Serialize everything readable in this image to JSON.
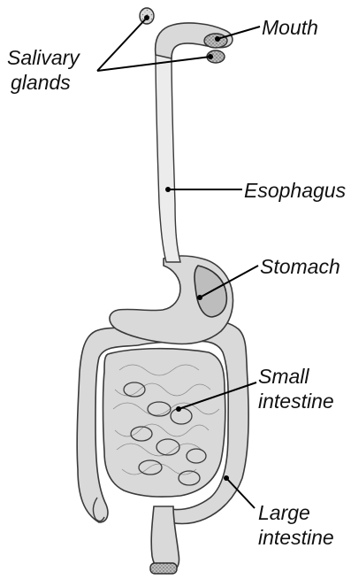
{
  "labels": {
    "mouth": "Mouth",
    "salivary_line1": "Salivary",
    "salivary_line2": "glands",
    "esophagus": "Esophagus",
    "stomach": "Stomach",
    "small_line1": "Small",
    "small_line2": "intestine",
    "large_line1": "Large",
    "large_line2": "intestine"
  }
}
